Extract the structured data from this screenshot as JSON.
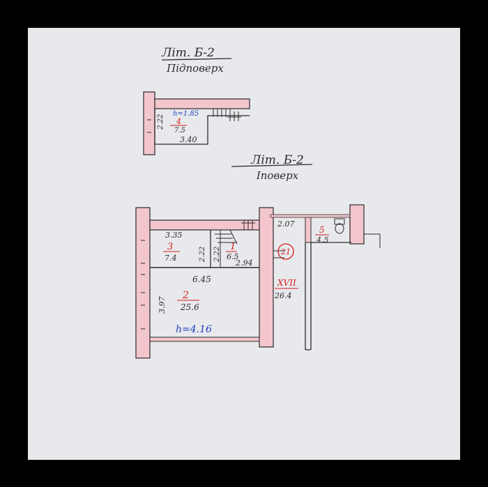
{
  "basement": {
    "title": "Літ. Б-2",
    "subtitle": "Підповерх",
    "height": "h=1.85",
    "room_number": "4",
    "room_area": "7.5",
    "dim_width": "3.40",
    "dim_height": "2.22"
  },
  "first_floor": {
    "title": "Літ. Б-2",
    "subtitle": "Іповерх",
    "height": "h=4.16",
    "unit_number": "21",
    "rooms": [
      {
        "number": "1",
        "area": "6.5"
      },
      {
        "number": "2",
        "area": "25.6"
      },
      {
        "number": "3",
        "area": "7.4"
      },
      {
        "number": "5",
        "area": "4.5"
      }
    ],
    "corridor": {
      "number": "XVII",
      "area": "26.4"
    },
    "dims": {
      "d_335": "3.35",
      "d_222a": "2.22",
      "d_222b": "2.22",
      "d_294": "2.94",
      "d_645": "6.45",
      "d_397": "3.97",
      "d_207": "2.07"
    }
  },
  "colors": {
    "wall_fill": "#f2c6cc",
    "ink": "#2b2b2b",
    "red_ink": "#d21f1f",
    "blue_ink": "#1f3fc0",
    "paper": "#e8e9ec"
  }
}
